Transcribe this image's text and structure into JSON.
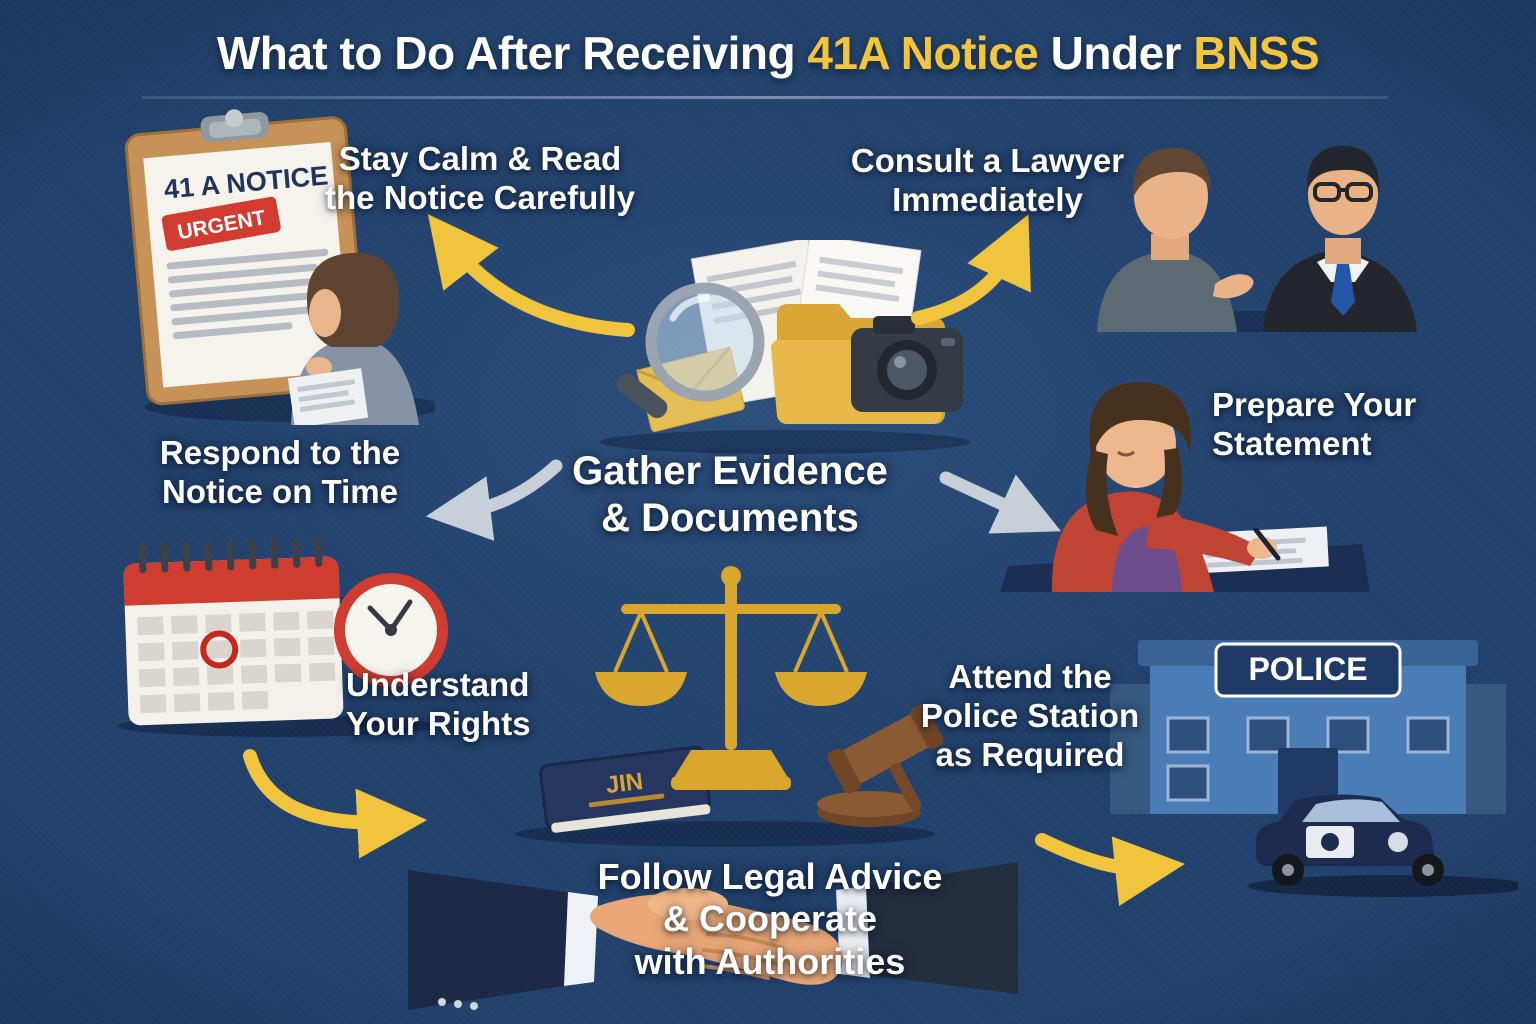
{
  "title": {
    "prefix": "What to Do After Receiving",
    "highlight_notice": "41A Notice",
    "middle": "Under",
    "highlight_bnss": "BNSS"
  },
  "steps": {
    "stay_calm": {
      "lines": [
        "Stay Calm & Read",
        "the Notice Carefully"
      ]
    },
    "consult_lawyer": {
      "lines": [
        "Consult a Lawyer",
        "Immediately"
      ]
    },
    "gather_evidence": {
      "lines": [
        "Gather Evidence",
        "& Documents"
      ]
    },
    "respond_notice": {
      "lines": [
        "Respond to the",
        "Notice on Time"
      ]
    },
    "prepare_statement": {
      "lines": [
        "Prepare Your",
        "Statement"
      ]
    },
    "understand_rights": {
      "lines": [
        "Understand",
        "Your Rights"
      ]
    },
    "attend_police": {
      "lines": [
        "Attend the",
        "Police Station",
        "as Required"
      ]
    },
    "follow_advice": {
      "lines": [
        "Follow Legal Advice",
        "& Cooperate",
        "with Authorities"
      ]
    }
  },
  "illustrations": {
    "notice_clipboard": {
      "heading": "41 A NOTICE",
      "stamp": "URGENT"
    },
    "police_station": {
      "sign": "POLICE"
    },
    "law_book": {
      "cover_text": "JIN"
    }
  },
  "colors": {
    "background": "#21406b",
    "accent_yellow": "#f2c53d",
    "text_white": "#ffffff",
    "arrow_yellow": "#f0c43c",
    "arrow_gray": "#c7cfd8",
    "urgent_red": "#d23c30"
  }
}
